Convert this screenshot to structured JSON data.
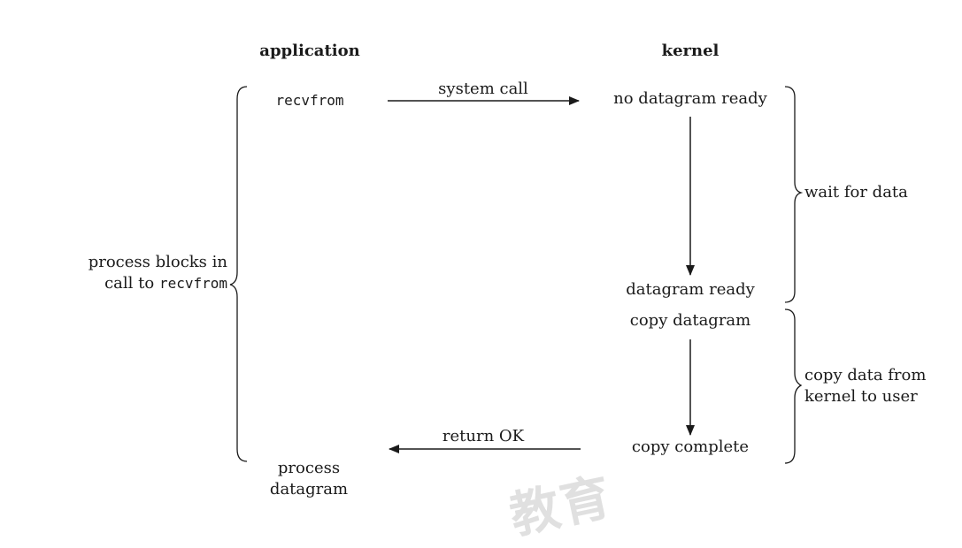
{
  "headers": {
    "application": "application",
    "kernel": "kernel"
  },
  "application": {
    "call": "recvfrom",
    "block_note_line1": "process blocks in",
    "block_note_line2_prefix": "call to ",
    "block_note_line2_code": "recvfrom",
    "end_line1": "process",
    "end_line2": "datagram"
  },
  "arrows": {
    "system_call": "system call",
    "return_ok": "return OK"
  },
  "kernel": {
    "no_datagram_ready": "no datagram ready",
    "datagram_ready": "datagram ready",
    "copy_datagram": "copy datagram",
    "copy_complete": "copy complete"
  },
  "phases": {
    "wait": "wait for data",
    "copy_line1": "copy data from",
    "copy_line2": "kernel to user"
  },
  "watermark": "教育",
  "colors": {
    "line": "#1a1a1a",
    "watermark": "#c8c8c8"
  }
}
